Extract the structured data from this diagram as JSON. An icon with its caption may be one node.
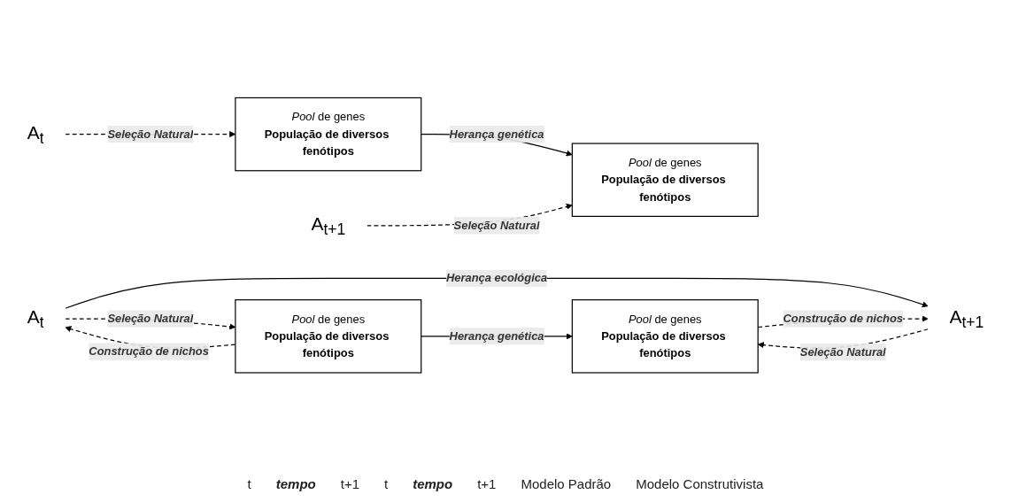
{
  "diagram": {
    "nodes": [
      {
        "text": [
          "A$_{t}$"
        ]
      },
      {
        "text": [
          "*Pool* de genes",
          "População de diversos fenótipos"
        ]
      },
      {
        "text": [
          "A$_{t+1}$"
        ]
      },
      {
        "text": [
          "*Pool* de genes",
          "População de diversos fenótipos"
        ]
      },
      {
        "text": [
          "A$_{t}$"
        ]
      },
      {
        "text": [
          "*Pool* de genes",
          "População de diversos fenótipos"
        ]
      },
      {
        "text": [
          "A$_{t+1}$"
        ]
      },
      {
        "text": [
          "*Pool* de genes",
          "População de diversos fenótipos"
        ]
      }
    ],
    "edges": [
      {
        "from": 0,
        "to": 1,
        "arrow": "to",
        "label": "Seleção Natural",
        "style": "dashed"
      },
      {
        "from": 1,
        "to": 3,
        "arrow": "to",
        "label": "Herança genética"
      },
      {
        "from": 2,
        "to": 3,
        "arrow": "to",
        "label": "Seleção Natural",
        "style": "dashed"
      },
      {
        "from": 5,
        "to": 4,
        "arrow": "to",
        "label": "Construção de nichos",
        "style": "dashed"
      },
      {
        "from": 4,
        "to": 5,
        "arrow": "to",
        "label": "Seleção Natural",
        "style": "dashed"
      },
      {
        "from": 5,
        "to": 7,
        "arrow": "to",
        "label": "Herança genética"
      },
      {
        "from": 4,
        "to": 6,
        "arrow": "to",
        "label": "Herança ecológica"
      },
      {
        "from": 7,
        "to": 6,
        "arrow": "to",
        "label": "Construção de nichos",
        "style": "dashed"
      },
      {
        "from": 6,
        "to": 7,
        "arrow": "to",
        "label": "Seleção Natural",
        "style": "dashed"
      }
    ],
    "labels": [
      "t",
      "tempo",
      "t+1",
      "t",
      "tempo",
      "t+1",
      "Modelo Padrão",
      "Modelo Construtivista"
    ]
  }
}
